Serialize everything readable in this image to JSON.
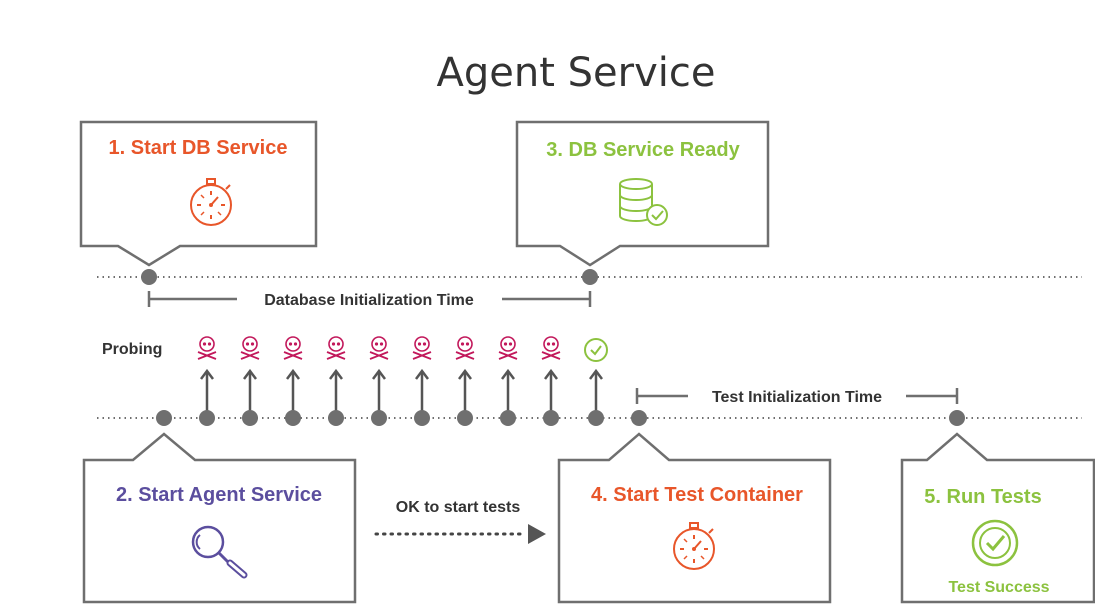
{
  "title": "Agent Service",
  "colors": {
    "orange": "#E8562A",
    "green": "#8CC23F",
    "purple": "#5B4E9E",
    "pink": "#C2185B",
    "gray": "#6F6F6F",
    "line": "#555555"
  },
  "steps": {
    "start_db": {
      "label": "1. Start DB Service",
      "icon": "stopwatch-icon"
    },
    "start_agent": {
      "label": "2. Start Agent Service",
      "icon": "magnifier-icon"
    },
    "db_ready": {
      "label": "3. DB Service Ready",
      "icon": "database-check-icon"
    },
    "start_test": {
      "label": "4. Start Test Container",
      "icon": "stopwatch-icon"
    },
    "run_tests": {
      "label": "5. Run Tests",
      "icon": "check-circle-icon",
      "sublabel": "Test Success"
    }
  },
  "timelines": {
    "db_init": "Database Initialization Time",
    "test_init": "Test Initialization Time"
  },
  "probing": {
    "label": "Probing",
    "failed_count": 9,
    "success_count": 1,
    "fail_icon": "skull-crossbones-icon",
    "success_icon": "check-circle-icon"
  },
  "ok_to_start": "OK to start tests"
}
